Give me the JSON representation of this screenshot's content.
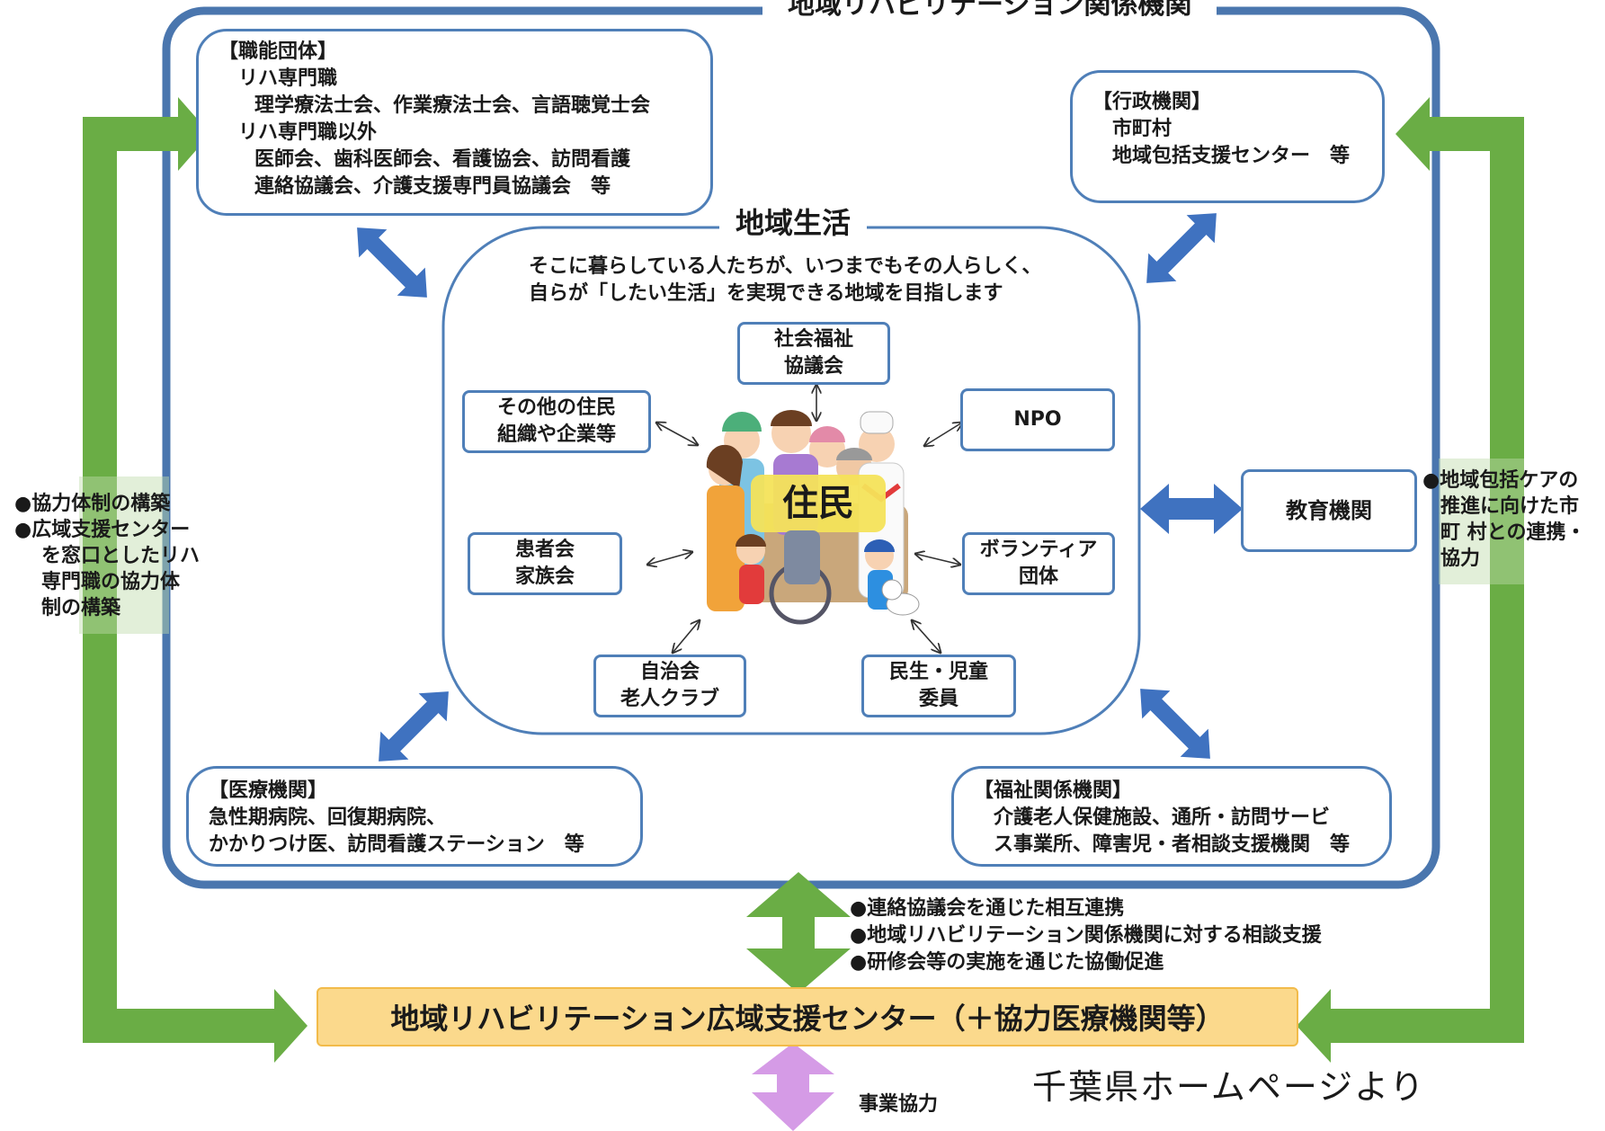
{
  "frame_title": "地域リハビリテーション関係機関",
  "professional_groups": {
    "title": "【職能団体】",
    "lines": [
      "リハ専門職",
      "理学療法士会、作業療法士会、言語聴覚士会",
      "リハ専門職以外",
      "医師会、歯科医師会、看護協会、訪問看護",
      "連絡協議会、介護支援専門員協議会　等"
    ]
  },
  "administrative": {
    "title": "【行政機関】",
    "lines": [
      "市町村",
      "地域包括支援センター　等"
    ]
  },
  "medical": {
    "title": "【医療機関】",
    "lines": [
      "急性期病院、回復期病院、",
      "かかりつけ医、訪問看護ステーション　等"
    ]
  },
  "welfare": {
    "title": "【福祉関係機関】",
    "lines": [
      "介護老人保健施設、通所・訪問サービ",
      "ス事業所、障害児・者相談支援機関　等"
    ]
  },
  "community": {
    "title": "地域生活",
    "mission": [
      "そこに暮らしている人たちが、いつまでもその人らしく、",
      "自らが「したい生活」を実現できる地域を目指します"
    ],
    "residents_label": "住民",
    "nodes": {
      "social_welfare": [
        "社会福祉",
        "協議会"
      ],
      "other_orgs": [
        "その他の住民",
        "組織や企業等"
      ],
      "npo": [
        "NPO"
      ],
      "patients": [
        "患者会",
        "家族会"
      ],
      "volunteer": [
        "ボランティア",
        "団体"
      ],
      "neighborhood": [
        "自治会",
        "老人クラブ"
      ],
      "welfare_commissioners": [
        "民生・児童",
        "委員"
      ]
    }
  },
  "education": "教育機関",
  "left_notes": [
    "●協力体制の構築",
    "●広域支援センター",
    "を窓口としたリハ",
    "専門職の協力体",
    "制の構築"
  ],
  "right_notes": [
    "●地域包括ケアの",
    "推進に向けた市",
    "町 村との連携・",
    "協力"
  ],
  "center_notes": [
    "●連絡協議会を通じた相互連携",
    "●地域リハビリテーション関係機関に対する相談支援",
    "●研修会等の実施を通じた協働促進"
  ],
  "support_center": "地域リハビリテーション広域支援センター（＋協力医療機関等）",
  "cooperation_label": "事業協力",
  "source": "千葉県ホームページより",
  "colors": {
    "frame": "#4a76ae",
    "box_border": "#5b8cc6",
    "blue_arrow": "#3f72c0",
    "green_arrow": "#6aad45",
    "pink_arrow": "#d59be6",
    "support_fill": "#fbd98c",
    "support_border": "#f2bb4a",
    "residents_fill": "#f4e35a"
  }
}
